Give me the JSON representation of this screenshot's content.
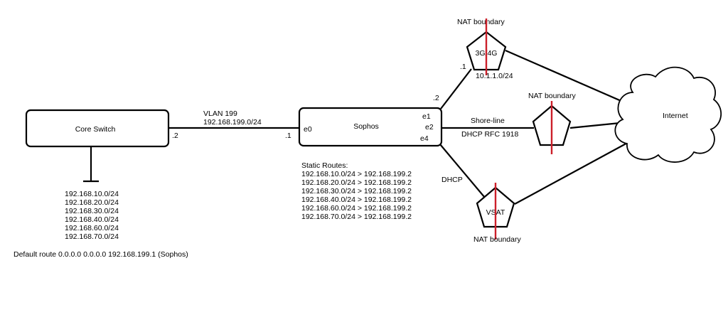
{
  "core_switch": {
    "label": "Core Switch",
    "port": ".2",
    "networks": [
      "192.168.10.0/24",
      "192.168.20.0/24",
      "192.168.30.0/24",
      "192.168.40.0/24",
      "192.168.60.0/24",
      "192.168.70.0/24"
    ]
  },
  "default_route": "Default route 0.0.0.0 0.0.0.0 192.168.199.1 (Sophos)",
  "vlan": {
    "name": "VLAN 199",
    "subnet": "192.168.199.0/24"
  },
  "sophos": {
    "label": "Sophos",
    "port_e0": "e0",
    "port_e1": "e1",
    "port_e2": "e2",
    "port_e4": "e4",
    "lan_ip": ".1",
    "e1_ip": ".2"
  },
  "static_routes": {
    "title": "Static Routes:",
    "routes": [
      "192.168.10.0/24 > 192.168.199.2",
      "192.168.20.0/24 > 192.168.199.2",
      "192.168.30.0/24 > 192.168.199.2",
      "192.168.40.0/24 > 192.168.199.2",
      "192.168.60.0/24 > 192.168.199.2",
      "192.168.70.0/24 > 192.168.199.2"
    ]
  },
  "modem_3g4g": {
    "label": "3G/4G",
    "ip": ".1",
    "subnet": "10.1.1.0/24",
    "nat": "NAT boundary"
  },
  "shoreline": {
    "link_label": "Shore-line",
    "dhcp_label": "DHCP  RFC 1918",
    "nat": "NAT boundary"
  },
  "vsat": {
    "label": "VSAT",
    "dhcp_label": "DHCP",
    "nat": "NAT boundary"
  },
  "internet": {
    "label": "Internet"
  }
}
